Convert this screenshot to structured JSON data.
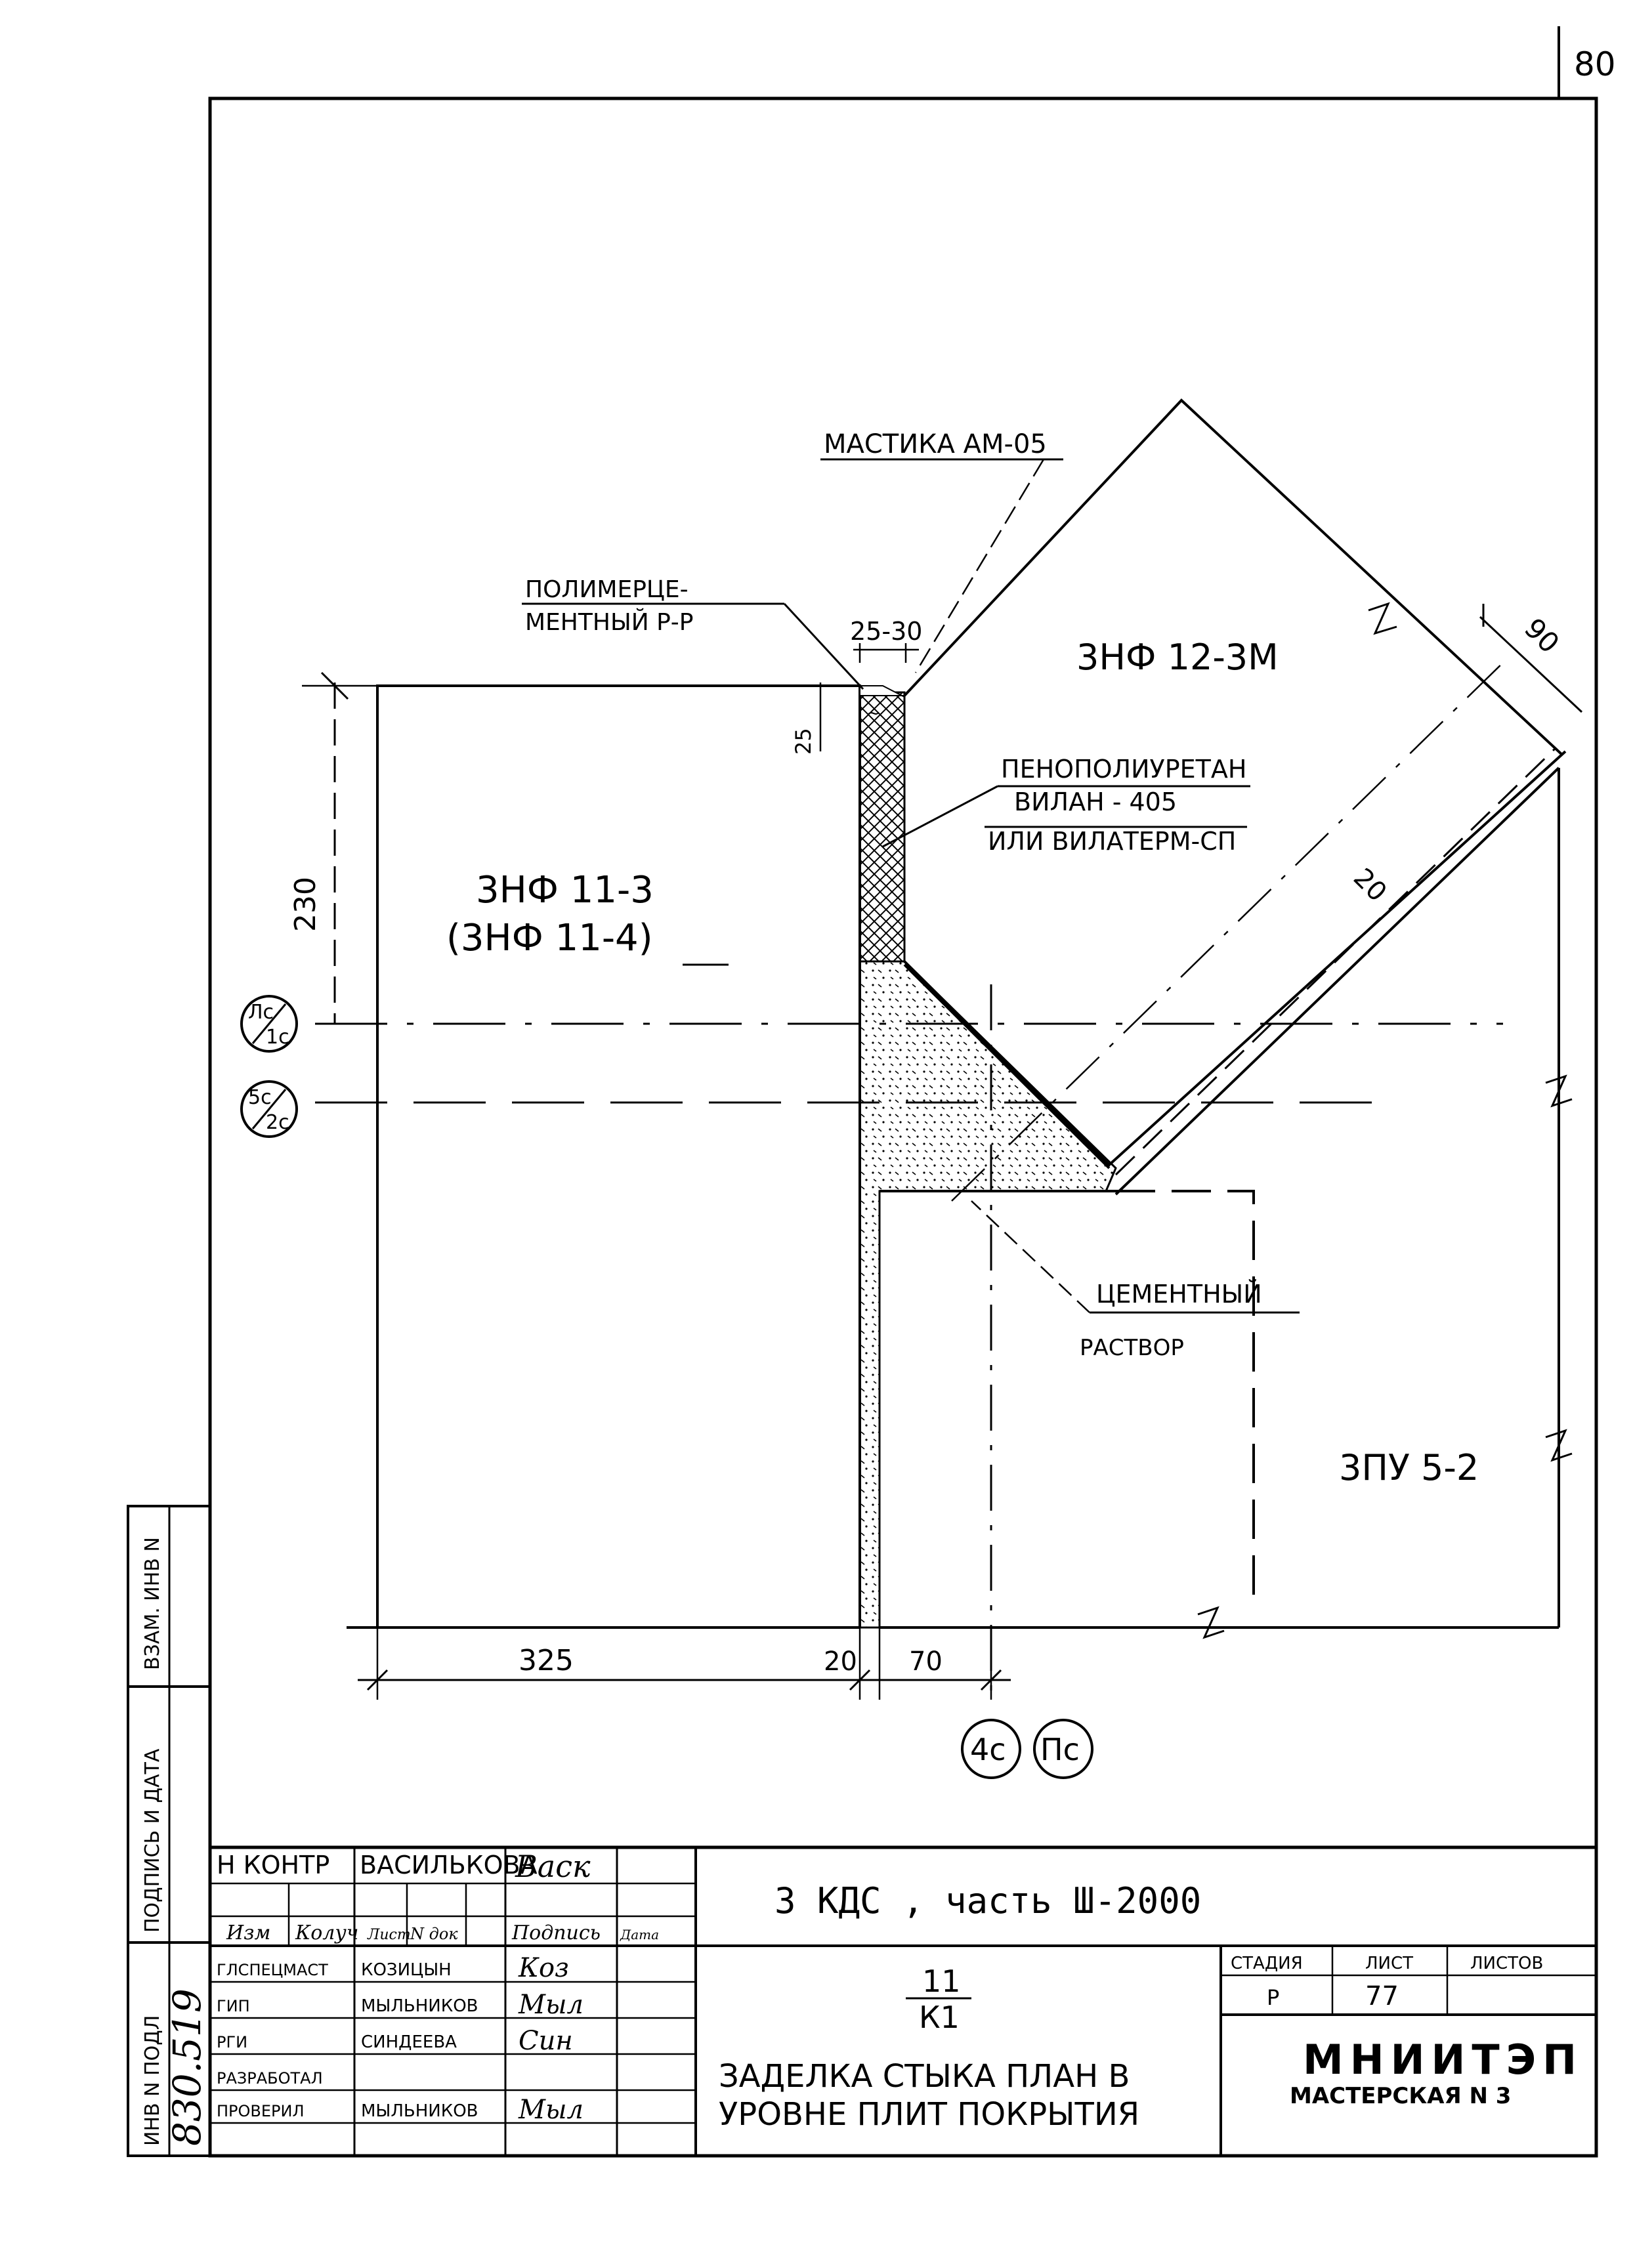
{
  "sheet_number": "80",
  "drawing": {
    "labels": {
      "mastic": "МАСТИКА АМ-05",
      "polymer_line1": "ПОЛИМЕРЦЕ-",
      "polymer_line2": "МЕНТНЫЙ Р-Р",
      "foam_line1": "ПЕНОПОЛИУРЕТАН",
      "foam_line2": "ВИЛАН - 405",
      "foam_line3": "ИЛИ ВИЛАТЕРМ-СП",
      "cement_line1": "ЦЕМЕНТНЫЙ",
      "cement_line2": "РАСТВОР",
      "panel_left_line1": "3НФ 11-3",
      "panel_left_line2": "(3НФ 11-4)",
      "panel_top": "3НФ 12-3М",
      "panel_right": "3ПУ 5-2"
    },
    "dimensions": {
      "gap": "25-30",
      "d25": "25",
      "d230": "230",
      "d325": "325",
      "d20_bottom": "20",
      "d70": "70",
      "d90": "90",
      "d20_diag": "20"
    },
    "axes": {
      "axis_1_top": "Лс",
      "axis_1_bottom": "1с",
      "axis_2_top": "5с",
      "axis_2_bottom": "2с",
      "axis_3": "4с",
      "axis_4": "Пс"
    }
  },
  "side_stamp": {
    "col1": "ВЗАМ. ИНВ N",
    "col2": "ПОДПИСЬ И ДАТА",
    "col3": "ИНВ N ПОДЛ",
    "inv_number": "830.519"
  },
  "title_block": {
    "header_row": {
      "role": "Н КОНТР",
      "name": "ВАСИЛЬКОВА",
      "signature": "Васк"
    },
    "col_headers": [
      "Изм",
      "Колуч",
      "Лист",
      "N док",
      "Подпись",
      "Дата"
    ],
    "rows": [
      {
        "role": "ГЛСПЕЦМАСТ",
        "name": "КОЗИЦЫН",
        "signature": "Коз"
      },
      {
        "role": "ГИП",
        "name": "МЫЛЬНИКОВ",
        "signature": "Мыл"
      },
      {
        "role": "РГИ",
        "name": "СИНДЕЕВА",
        "signature": "Син"
      },
      {
        "role": "РАЗРАБОТАЛ",
        "name": "",
        "signature": ""
      },
      {
        "role": "ПРОВЕРИЛ",
        "name": "МЫЛЬНИКОВ",
        "signature": "Мыл"
      }
    ],
    "project": "3 КДС , часть Ш-2000",
    "drawing_no_top": "11",
    "drawing_no_bottom": "К1",
    "title_line1": "ЗАДЕЛКА СТЫКА ПЛАН В",
    "title_line2": "УРОВНЕ ПЛИТ ПОКРЫТИЯ",
    "stage_label": "СТАДИЯ",
    "sheet_label": "ЛИСТ",
    "sheets_label": "ЛИСТОВ",
    "stage": "Р",
    "sheet": "77",
    "sheets": "",
    "org_name": "МНИИТЭП",
    "org_sub": "МАСТЕРСКАЯ N 3"
  }
}
